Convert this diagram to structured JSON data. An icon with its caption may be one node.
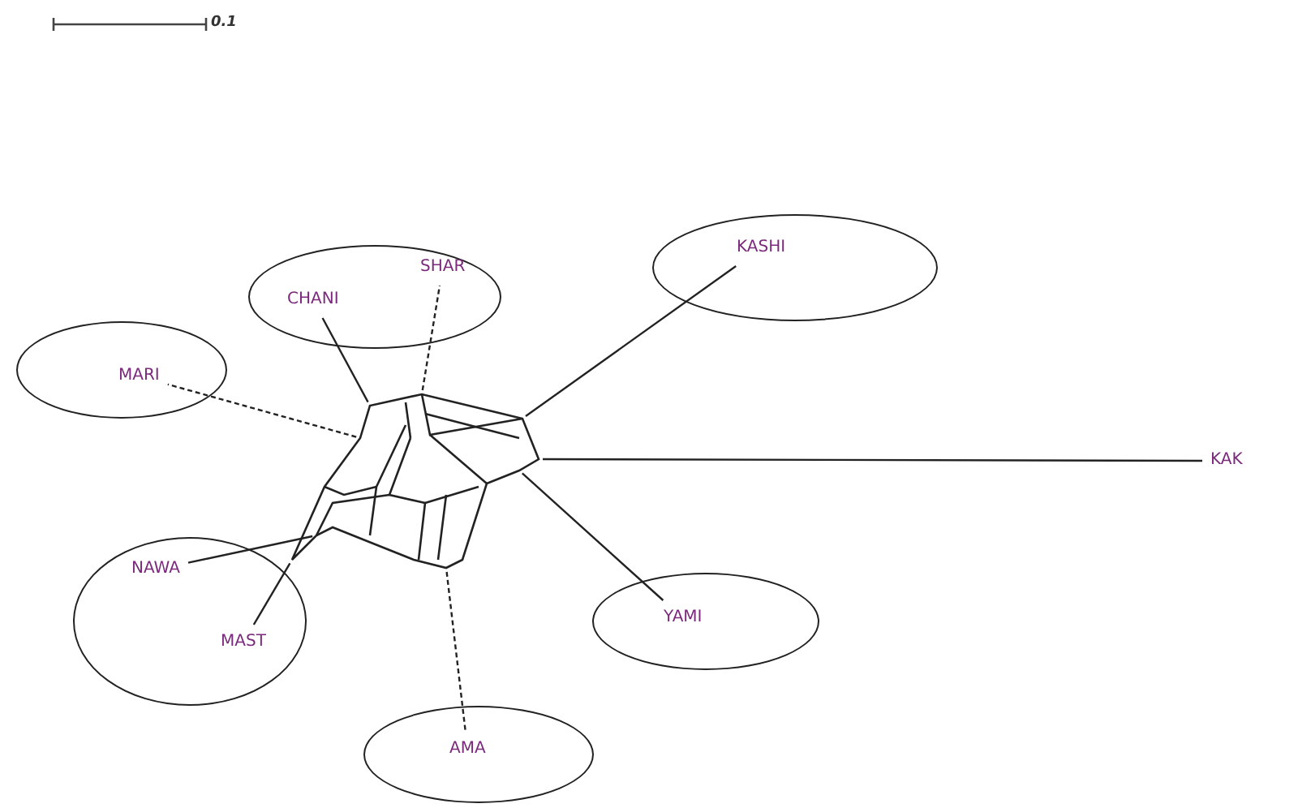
{
  "diagram": {
    "nodes": [
      {
        "text": [],
        "shape": "ellipse"
      },
      {
        "text": [],
        "shape": "ellipse"
      },
      {
        "text": [],
        "shape": "ellipse"
      },
      {
        "text": [],
        "shape": "ellipse"
      },
      {
        "text": [],
        "shape": "ellipse"
      },
      {
        "text": [],
        "shape": "ellipse"
      },
      {
        "text": [
          "SHAR"
        ],
        "in": 0
      },
      {
        "text": [
          "CHANI"
        ],
        "in": 0
      },
      {
        "text": [
          "KASHI"
        ],
        "in": 1
      },
      {
        "text": [
          "MARI"
        ],
        "in": 2
      },
      {
        "text": [
          "KAK"
        ]
      },
      {
        "text": [
          "NAWA"
        ],
        "in": 3
      },
      {
        "text": [
          "MAST"
        ],
        "in": 3
      },
      {
        "text": [
          "YAMI"
        ],
        "in": 4
      },
      {
        "text": [
          "AMA"
        ],
        "in": 5
      },
      {
        "text": [],
        "shape": "network"
      }
    ],
    "edges": [
      {
        "from": 15,
        "to": 7,
        "arrow": "none"
      },
      {
        "from": 15,
        "to": 6,
        "arrow": "none",
        "style": "dashed"
      },
      {
        "from": 15,
        "to": 9,
        "arrow": "none",
        "style": "dashed"
      },
      {
        "from": 15,
        "to": 8,
        "arrow": "none"
      },
      {
        "from": 15,
        "to": 10,
        "arrow": "none"
      },
      {
        "from": 15,
        "to": 13,
        "arrow": "none"
      },
      {
        "from": 15,
        "to": 14,
        "arrow": "none",
        "style": "dashed"
      },
      {
        "from": 15,
        "to": 12,
        "arrow": "none"
      },
      {
        "from": 15,
        "to": 11,
        "arrow": "none"
      }
    ],
    "labels": [
      "0.1"
    ]
  }
}
